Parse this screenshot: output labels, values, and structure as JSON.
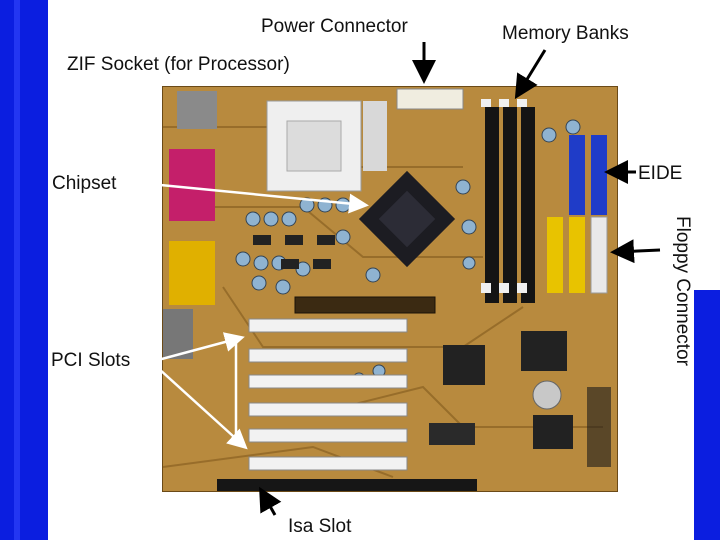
{
  "labels": {
    "power_connector": "Power Connector",
    "memory_banks": "Memory Banks",
    "zif_socket": "ZIF Socket (for Processor)",
    "chipset": "Chipset",
    "eide": "EIDE",
    "floppy_connector": "Floppy Connector",
    "pci_slots": "PCI Slots",
    "isa_slot": "Isa Slot"
  },
  "colors": {
    "frame_blue": "#0b1ee0",
    "board_brown": "#b88a3e",
    "pci_slot_white": "#f2f2f2",
    "isa_slot_black": "#161616",
    "eide_blue": "#1f3cc8",
    "ide_yellow": "#e8c300",
    "serial_port_magenta": "#c41f6a"
  }
}
